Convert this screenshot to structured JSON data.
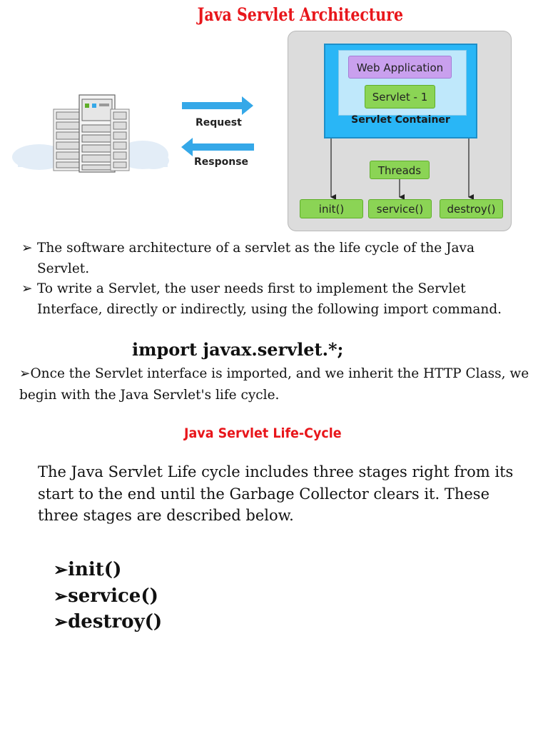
{
  "title": "Java Servlet Architecture",
  "diagram": {
    "request_label": "Request",
    "response_label": "Response",
    "web_application": "Web Application",
    "servlet": "Servlet - 1",
    "container": "Servlet Container",
    "threads": "Threads",
    "methods": [
      "init()",
      "service()",
      "destroy()"
    ],
    "colors": {
      "container": "#29b6f6",
      "web_application": "#c9a0ee",
      "green_boxes": "#8bd455",
      "arrows": "#35a8e8"
    }
  },
  "bullets": [
    "The software architecture of a servlet as the life cycle of the Java Servlet.",
    "To write a Servlet, the user needs first to implement the Servlet Interface, directly or indirectly, using the following import command."
  ],
  "import_code": "import javax.servlet.*;",
  "inherit_text": "Once the Servlet interface is imported, and we inherit the HTTP Class, we begin with the Java Servlet's life cycle.",
  "lifecycle_title": "Java Servlet Life-Cycle",
  "lifecycle_paragraph": "The Java Servlet Life cycle includes three stages right from its start to the end until the Garbage Collector clears it. These three stages are described below.",
  "stages": [
    "init()",
    "service()",
    "destroy()"
  ],
  "bullet_glyph": "➢"
}
